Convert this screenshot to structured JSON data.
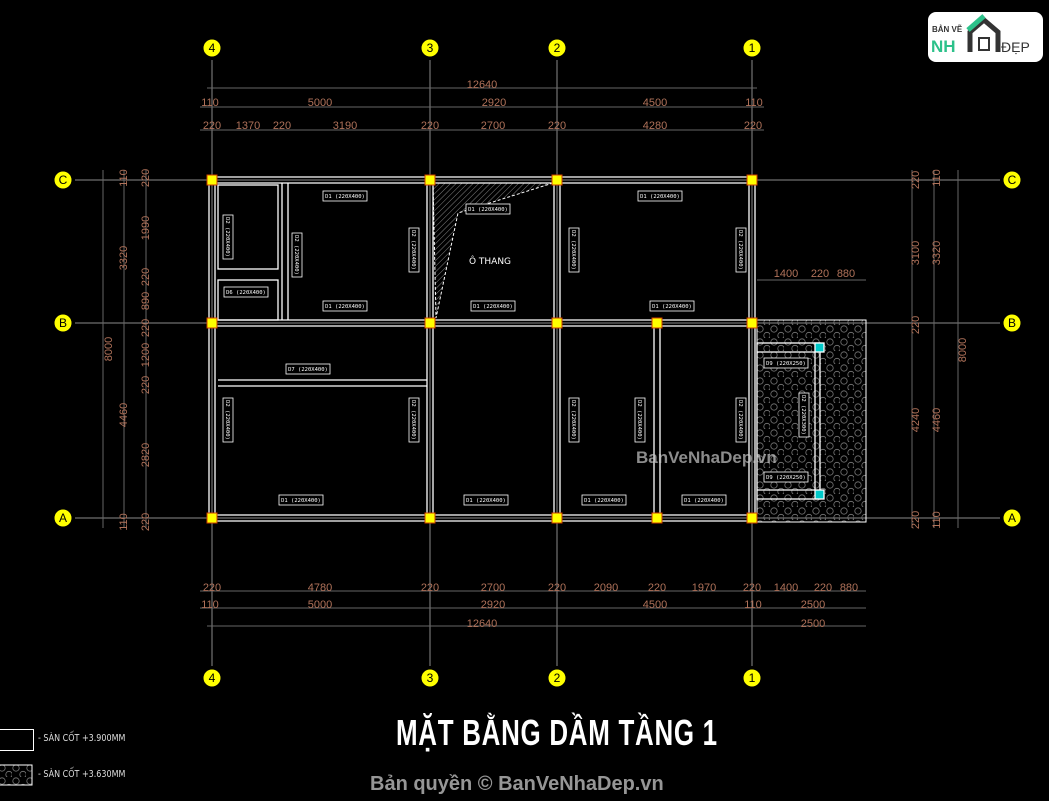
{
  "title": "MẶT BẰNG DẦM TẦNG 1",
  "watermark": "Bản quyền © BanVeNhaDep.vn",
  "watermark_center": "BanVeNhaDep.vn",
  "logo": {
    "top": "BẢN VẼ",
    "left": "NH",
    "right": "ĐẸP"
  },
  "room_label": "Ô THANG",
  "legend": [
    {
      "label": "- SÀN CỐT +3.900MM",
      "pattern": "plain"
    },
    {
      "label": "- SÀN CỐT +3.630MM",
      "pattern": "hatched"
    }
  ],
  "axes": {
    "vertical": [
      "4",
      "3",
      "2",
      "1"
    ],
    "horizontal": [
      "C",
      "B",
      "A"
    ]
  },
  "dims": {
    "top_total": [
      "12640"
    ],
    "top_axis": [
      "110",
      "5000",
      "2920",
      "4500",
      "110"
    ],
    "top_detail": [
      "220",
      "1370",
      "220",
      "3190",
      "220",
      "2700",
      "220",
      "4280",
      "220"
    ],
    "bottom_detail": [
      "220",
      "4780",
      "220",
      "2700",
      "220",
      "2090",
      "220",
      "1970",
      "220",
      "1400",
      "220",
      "880"
    ],
    "bottom_axis": [
      "110",
      "5000",
      "2920",
      "4500",
      "110",
      "2500"
    ],
    "bottom_total": [
      "12640",
      "2500"
    ],
    "left_total": [
      "8000"
    ],
    "left_axis": [
      "110",
      "3320",
      "4460",
      "110"
    ],
    "left_detail": [
      "220",
      "1990",
      "220",
      "890",
      "220",
      "1200",
      "220",
      "2820",
      "220"
    ],
    "right_detail": [
      "220",
      "3100",
      "220",
      "4240",
      "220"
    ],
    "right_axis": [
      "110",
      "3320",
      "4460",
      "110"
    ],
    "right_total": [
      "8000"
    ],
    "balcony": [
      "1400",
      "220",
      "880"
    ]
  },
  "beams_h": [
    "D1 (220X400)",
    "D1 (220X400)",
    "D1 (220X400)",
    "D1 (220X400)",
    "D1 (220X400)",
    "D1 (220X400)",
    "D6 (220X400)",
    "D7 (220X400)",
    "D1 (220X400)",
    "D1 (220X400)",
    "D1 (220X400)",
    "D1 (220X400)",
    "D9 (220X250)",
    "D9 (220X250)"
  ],
  "beams_v": [
    "D2 (220X400)",
    "D2 (220X400)",
    "D2 (220X400)",
    "D2 (220X400)",
    "D2 (220X400)",
    "D2 (220X400)",
    "D2 (220X400)",
    "D2 (220X400)",
    "D2 (220X400)",
    "D2 (220X400)",
    "D2 (220X300)"
  ],
  "colors": {
    "dim": "#b0725a",
    "column": "#ffff00",
    "axis_bubble": "#ffff00",
    "accent": "#00c8c8"
  }
}
